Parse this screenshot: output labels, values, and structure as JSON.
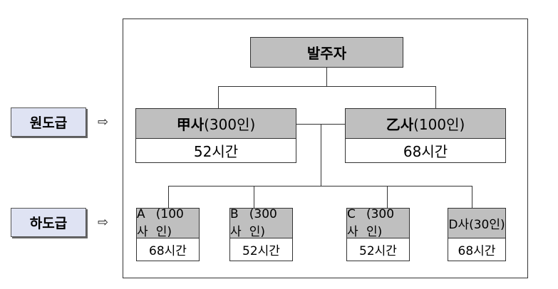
{
  "side_labels": {
    "prime": "원도급",
    "sub": "하도급",
    "arrow": "⇨"
  },
  "orderer": {
    "label": "발주자"
  },
  "primes": [
    {
      "name": "甲사",
      "size": "(300인)",
      "hours": "52시간"
    },
    {
      "name": "乙사",
      "size": "(100인)",
      "hours": "68시간"
    }
  ],
  "subs": [
    {
      "name": "A사",
      "size": "(100인)",
      "hours": "68시간"
    },
    {
      "name": "B사",
      "size": "(300인)",
      "hours": "52시간"
    },
    {
      "name": "C사",
      "size": "(300인)",
      "hours": "52시간"
    },
    {
      "name": "D사",
      "size": "(30인)",
      "hours": "68시간"
    }
  ]
}
